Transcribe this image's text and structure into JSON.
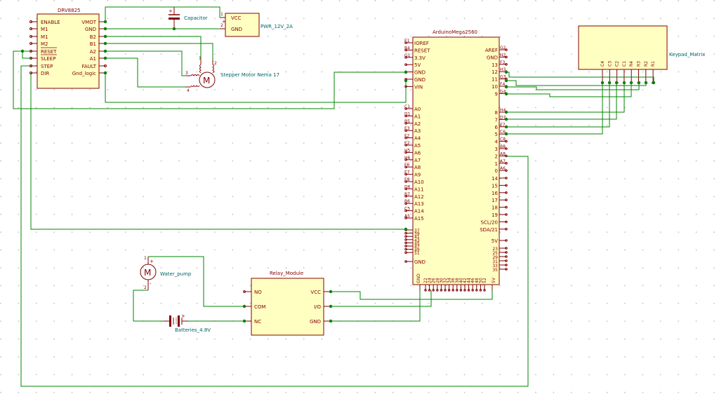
{
  "components": {
    "drv": {
      "ref": "DRV8825",
      "left_pins": [
        "ENABLE",
        "M1",
        "M1",
        "M2",
        "RESET",
        "SLEEP",
        "STEP",
        "DIR"
      ],
      "right_pins": [
        "VMOT",
        "GND",
        "B2",
        "B1",
        "A2",
        "A1",
        "FAULT",
        "Gnd_logic"
      ]
    },
    "capacitor": {
      "label": "Capacitor"
    },
    "power": {
      "label": "PWR_12V_2A",
      "pins": [
        "VCC",
        "GND"
      ],
      "pin_nums": [
        "1",
        "2"
      ]
    },
    "stepper": {
      "label": "Stepper Motor Nema 17",
      "pin_nums": [
        "1",
        "2",
        "3",
        "4"
      ]
    },
    "arduino": {
      "ref": "ArduinoMega2560",
      "left_pins": [
        {
          "num": "E1",
          "name": "IOREF"
        },
        {
          "num": "B4",
          "name": "RESET"
        },
        {
          "num": "G1",
          "name": "3.3V"
        },
        {
          "num": "",
          "name": "5V"
        },
        {
          "num": "",
          "name": "GND"
        },
        {
          "num": "",
          "name": "GND"
        },
        {
          "num": "",
          "name": "VIN"
        },
        {
          "num": "C1",
          "name": "A0"
        },
        {
          "num": "D1",
          "name": "A1"
        },
        {
          "num": "B5",
          "name": "A2"
        },
        {
          "num": "E3",
          "name": "A3"
        },
        {
          "num": "F2",
          "name": "A4"
        },
        {
          "num": "E2",
          "name": "A5"
        },
        {
          "num": "H5",
          "name": "A6"
        },
        {
          "num": "H6",
          "name": "A7"
        },
        {
          "num": "F6",
          "name": "A8"
        },
        {
          "num": "E7",
          "name": "A9"
        },
        {
          "num": "E8",
          "name": "A10"
        },
        {
          "num": "D6",
          "name": "A11"
        },
        {
          "num": "B7",
          "name": "A12"
        },
        {
          "num": "B6",
          "name": "A13"
        },
        {
          "num": "C5",
          "name": "A14"
        },
        {
          "num": "A5",
          "name": "A15"
        },
        {
          "num": "",
          "name": "37"
        },
        {
          "num": "",
          "name": "39"
        },
        {
          "num": "",
          "name": "41"
        },
        {
          "num": "",
          "name": "43"
        },
        {
          "num": "",
          "name": "45"
        },
        {
          "num": "",
          "name": "47"
        },
        {
          "num": "",
          "name": "49"
        },
        {
          "num": "",
          "name": "51"
        },
        {
          "num": "",
          "name": "GND"
        }
      ],
      "right_pins": [
        {
          "num": "G2",
          "name": "AREF"
        },
        {
          "num": "H2",
          "name": "GND"
        },
        {
          "num": "F3",
          "name": "13"
        },
        {
          "num": "H3",
          "name": "12"
        },
        {
          "num": "G3",
          "name": "11"
        },
        {
          "num": "F4",
          "name": "10"
        },
        {
          "num": "G4",
          "name": "9"
        },
        {
          "num": "H4",
          "name": "8"
        },
        {
          "num": "D7",
          "name": "7"
        },
        {
          "num": "E7",
          "name": "6"
        },
        {
          "num": "C6",
          "name": "5"
        },
        {
          "num": "C8",
          "name": "4"
        },
        {
          "num": "B8",
          "name": "3"
        },
        {
          "num": "A8",
          "name": "2"
        },
        {
          "num": "A7",
          "name": "1"
        },
        {
          "num": "A6",
          "name": "0"
        },
        {
          "num": "",
          "name": "14"
        },
        {
          "num": "",
          "name": "15"
        },
        {
          "num": "",
          "name": "16"
        },
        {
          "num": "",
          "name": "17"
        },
        {
          "num": "",
          "name": "18"
        },
        {
          "num": "",
          "name": "19"
        },
        {
          "num": "",
          "name": "SCL/20"
        },
        {
          "num": "",
          "name": "SDA/21"
        },
        {
          "num": "",
          "name": "5V"
        },
        {
          "num": "",
          "name": "23"
        },
        {
          "num": "",
          "name": "25"
        },
        {
          "num": "",
          "name": "29"
        },
        {
          "num": "",
          "name": "31"
        },
        {
          "num": "",
          "name": "33"
        },
        {
          "num": "",
          "name": "35"
        }
      ],
      "bottom_left": "GND",
      "bottom_right": "5V",
      "bottom_pins": [
        "22",
        "24",
        "26",
        "28",
        "30",
        "32",
        "34",
        "36",
        "38",
        "40",
        "42",
        "44",
        "46",
        "48",
        "50",
        "52"
      ]
    },
    "keypad": {
      "label": "Keypad_Matrix",
      "pins": [
        "C4",
        "C3",
        "C2",
        "C1",
        "R4",
        "R3",
        "R2",
        "R1"
      ]
    },
    "pump": {
      "label": "Water_pump",
      "pin_nums": [
        "1",
        "2"
      ]
    },
    "relay": {
      "ref": "Relay_Module",
      "left_pins": [
        "NO",
        "COM",
        "NC"
      ],
      "right_pins": [
        "VCC",
        "I/O",
        "GND"
      ]
    },
    "battery": {
      "label": "Batteries_4.8V"
    }
  }
}
